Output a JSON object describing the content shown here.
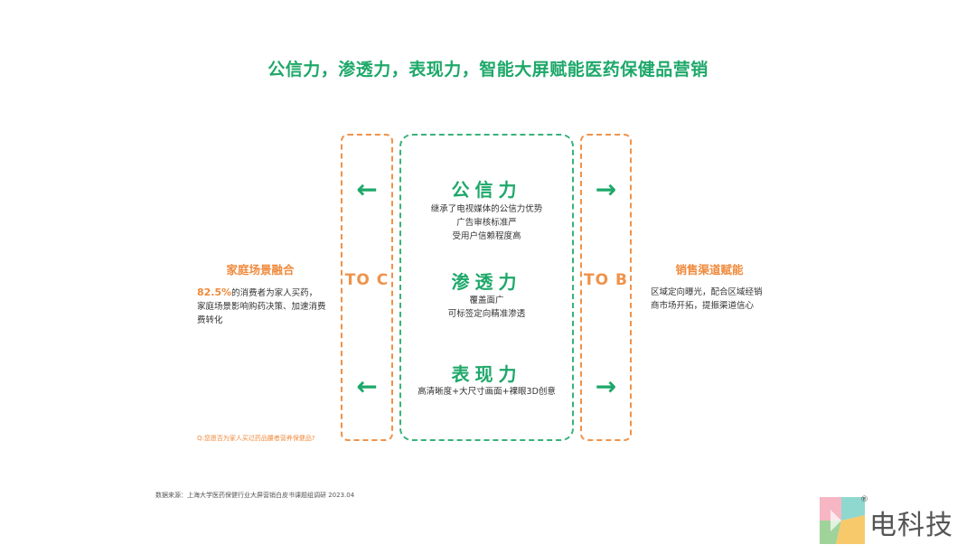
{
  "title": "公信力，渗透力，表现力，智能大屏赋能医药保健品营销",
  "left": {
    "arrow_top": "←",
    "arrow_bottom": "←",
    "label": "TO C",
    "heading": "家庭场景融合",
    "pct": "82.5%",
    "text_1": "的消费者为家人买药，",
    "text_2": "家庭场景影响购药决策、加速消费",
    "text_3": "费转化",
    "note": "Q:您愿否为家人买过药品腰者营养保健品?"
  },
  "center": {
    "sections": [
      {
        "heading": "公信力",
        "lines": [
          "继承了电视媒体的公信力优势",
          "广告审核标准严",
          "受用户信赖程度高"
        ]
      },
      {
        "heading": "渗透力",
        "lines": [
          "覆盖面广",
          "可标签定向精准渗透"
        ]
      },
      {
        "heading": "表现力",
        "lines": [
          "高清晰度+大尺寸画面+裸眼3D创意"
        ]
      }
    ]
  },
  "right": {
    "arrow_top": "→",
    "arrow_bottom": "→",
    "label": "TO B",
    "heading": "销售渠道赋能",
    "text_1": "区域定向曝光，配合区域经销",
    "text_2": "商市场开拓，提振渠道信心"
  },
  "source": "数据来源：上海大学医药保健行业大屏营销白皮书课题组调研 2023.04",
  "brand": {
    "registered": "®",
    "name": "电科技"
  }
}
